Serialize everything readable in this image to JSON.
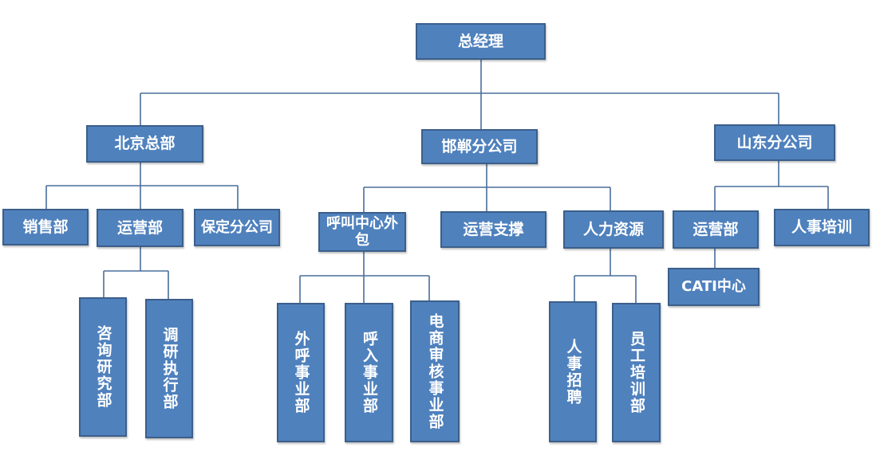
{
  "org": {
    "ceo": "总经理",
    "beijing": {
      "name": "北京总部",
      "sales": "销售部",
      "ops": "运营部",
      "baoding": "保定分公司",
      "consult": "咨询研究部",
      "research_exec": "调研执行部"
    },
    "handan": {
      "name": "邯郸分公司",
      "call_center": "呼叫中心外包",
      "ops_support": "运营支撑",
      "hr": "人力资源",
      "outbound": "外呼事业部",
      "inbound": "呼入事业部",
      "ecom_review": "电商审核事业部",
      "recruit": "人事招聘",
      "training": "员工培训部"
    },
    "shandong": {
      "name": "山东分公司",
      "ops": "运营部",
      "hr_training": "人事培训",
      "cati": "CATI中心"
    }
  },
  "colors": {
    "node_fill": "#4f81bd",
    "node_border": "#3b5f8a",
    "connector": "#4a6e9c"
  }
}
